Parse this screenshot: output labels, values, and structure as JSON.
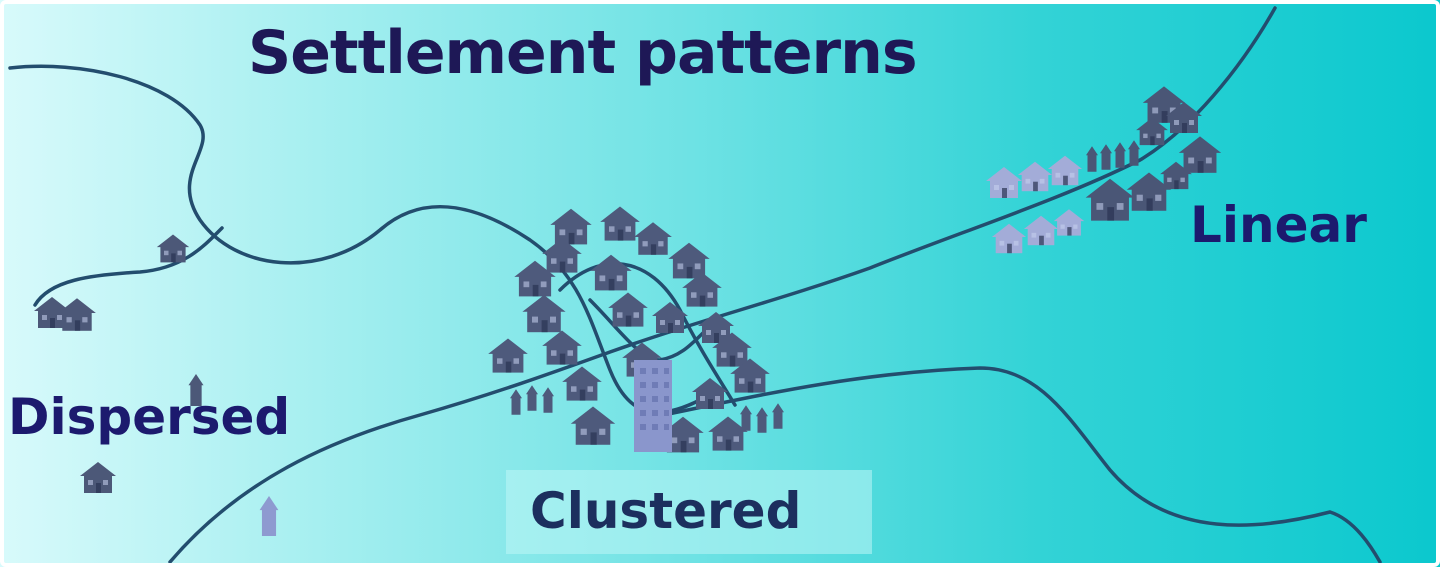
{
  "title": "Settlement patterns",
  "labels": {
    "dispersed": "Dispersed",
    "clustered": "Clustered",
    "linear": "Linear"
  },
  "colors": {
    "background_left": "#d8fafb",
    "background_right": "#0bc8ce",
    "road": "#234d6e",
    "house_dark": "#4c5878",
    "house_light": "#9aa4d4",
    "title": "#1e1856"
  }
}
